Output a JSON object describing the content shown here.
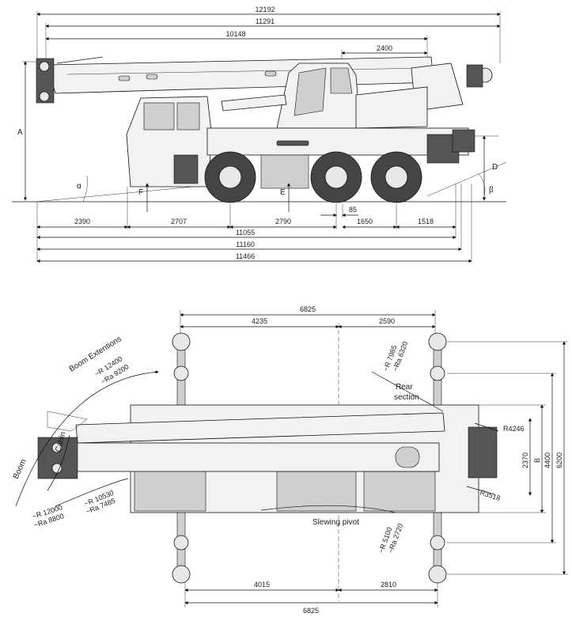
{
  "side_view": {
    "top_dims": [
      "12192",
      "11291",
      "10148",
      "2400"
    ],
    "bottom_dims": [
      "2390",
      "2707",
      "2790",
      "85",
      "1650",
      "1518"
    ],
    "total_dims": [
      "11055",
      "11160",
      "11466"
    ],
    "labels": {
      "A": "A",
      "D": "D",
      "alpha": "α",
      "beta": "β",
      "F": "F",
      "E": "E"
    }
  },
  "top_view": {
    "top_total": "6825",
    "top_left": "4235",
    "top_right": "2590",
    "bottom_left": "4015",
    "bottom_right": "2810",
    "bottom_total": "6825",
    "right_dims": [
      "2370",
      "B",
      "4400",
      "6200"
    ],
    "callouts": {
      "boom_ext": "Boom Extentions",
      "boom_ext_r": "~R 12400",
      "boom_ext_ra": "~Ra 9200",
      "r7985": "~R 7985",
      "ra6320": "~Ra 6320",
      "rear": "Rear",
      "section": "section",
      "r4246": "R4246",
      "r3518": "R3518",
      "cabin": "Cabin",
      "boom": "Boom",
      "r10530": "~R 10530",
      "ra7485": "~Ra 7485",
      "r12000": "~R 12000",
      "ra8800": "~Ra 8800",
      "slewing": "Slewing pivot",
      "r5100": "~R 5100",
      "ra2720": "~Ra 2720"
    }
  }
}
